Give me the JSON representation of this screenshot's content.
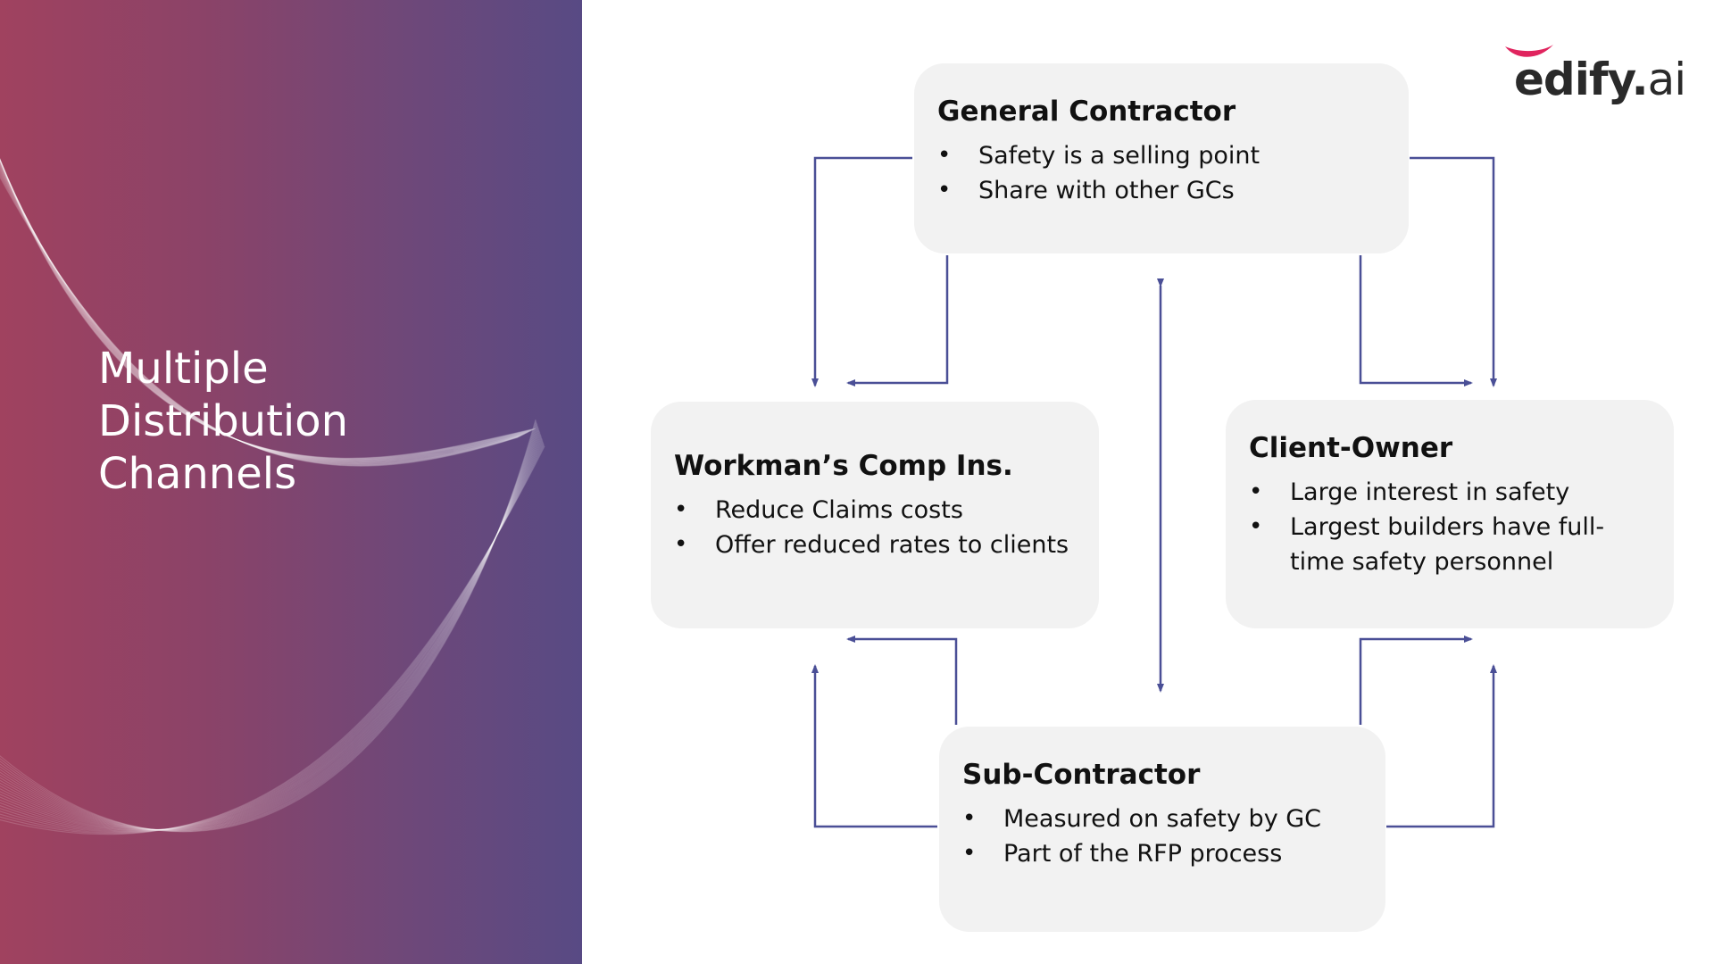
{
  "slide": {
    "title_lines": [
      "Multiple",
      "Distribution",
      "Channels"
    ]
  },
  "logo": {
    "text_main": "edify.",
    "text_ai": "ai",
    "accent_color": "#e0245e"
  },
  "colors": {
    "panel_left": "#a0425f",
    "panel_right": "#584a84",
    "box_fill": "#f2f2f2",
    "arrow": "#4a4f96"
  },
  "diagram": {
    "general_contractor": {
      "title": "General Contractor",
      "bullets": [
        "Safety is a selling point",
        "Share with other GCs"
      ]
    },
    "workmans_comp": {
      "title": "Workman’s Comp Ins.",
      "bullets": [
        "Reduce Claims costs",
        "Offer reduced rates to clients"
      ]
    },
    "client_owner": {
      "title": "Client-Owner",
      "bullets": [
        "Large interest in safety",
        "Largest builders have full-time safety personnel"
      ]
    },
    "sub_contractor": {
      "title": "Sub-Contractor",
      "bullets": [
        "Measured on safety by GC",
        "Part of the RFP process"
      ]
    },
    "bullet_glyph": "•"
  }
}
